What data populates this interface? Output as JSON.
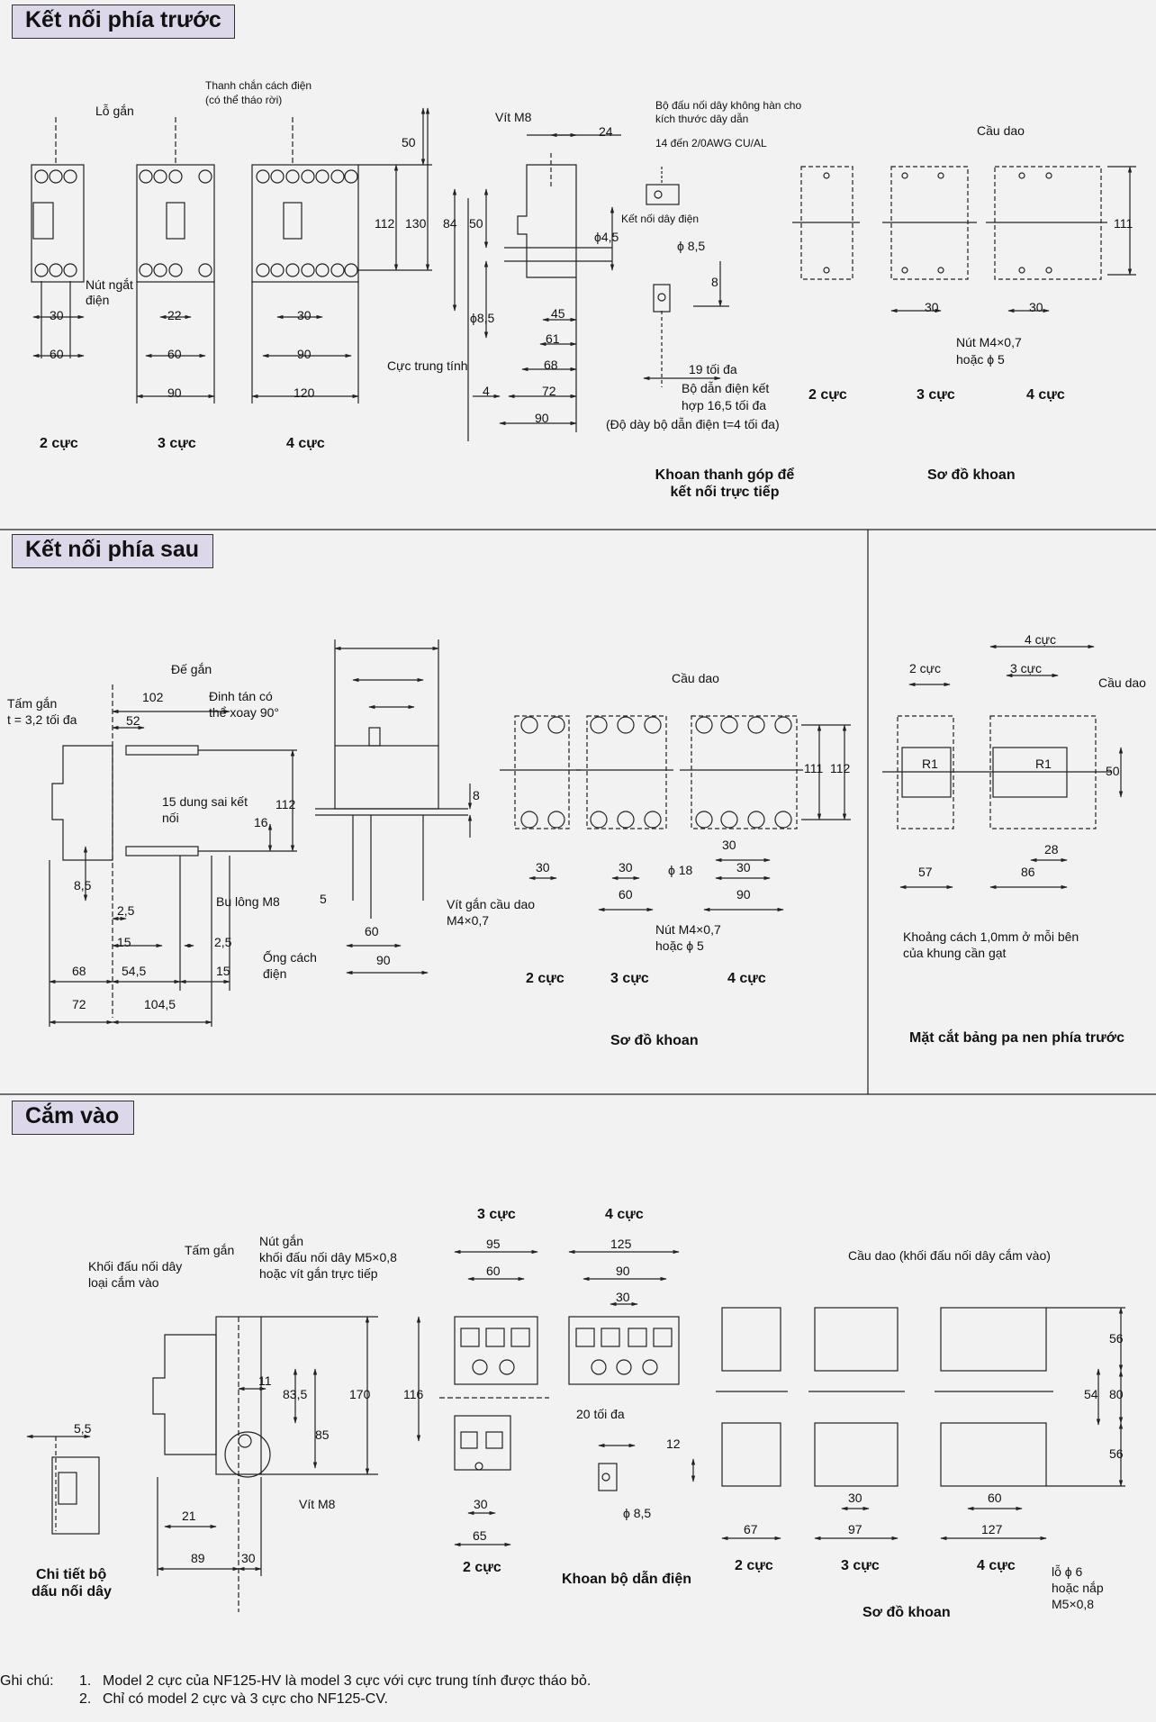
{
  "sections": {
    "front": "Kết nối phía trước",
    "rear": "Kết nối phía sau",
    "plugin": "Cắm vào"
  },
  "front": {
    "lo_gan": "Lỗ gắn",
    "barrier": "Thanh chắn cách điện",
    "barrier2": "(có thể tháo rời)",
    "nut_ngat": "Nút ngắt",
    "dien": "điện",
    "cuc_trung_tinh": "Cực trung tính",
    "vit_m8": "Vít M8",
    "solderless1": "Bộ đấu nối dây không hàn cho",
    "solderless2": "kích thước dây dẫn",
    "solderless3": "14 đến 2/0AWG CU/AL",
    "ket_noi_day_dien": "Kết nối dây điện",
    "phi85": "ϕ 8,5",
    "phi85v": "ϕ8,5",
    "phi45": "ϕ4,5",
    "max19": "19 tối đa",
    "busbar1": "Bộ dẫn điện kết",
    "busbar2": "hợp 16,5 tối đa",
    "busbar3": "(Độ dày bộ dẫn điện t=4 tối đa)",
    "cau_dao": "Cầu dao",
    "nut_m4": "Nút M4×0,7",
    "hoac_phi5": "hoặc ϕ 5",
    "cap1": "Khoan thanh góp để",
    "cap2": "kết nối trực tiếp",
    "cap_drill": "Sơ đồ khoan",
    "p2": "2 cực",
    "p3": "3 cực",
    "p4": "4 cực",
    "d30": "30",
    "d60": "60",
    "d22": "22",
    "d90": "90",
    "d120": "120",
    "d50": "50",
    "d112": "112",
    "d130": "130",
    "d24": "24",
    "d84": "84",
    "d45": "45",
    "d61": "61",
    "d68": "68",
    "d72": "72",
    "d4": "4",
    "d8": "8",
    "d111": "111"
  },
  "rear": {
    "tam_gan": "Tấm gắn",
    "t32": "t = 3,2 tối đa",
    "de_gan": "Đế gắn",
    "dinh_tan": "Đinh tán có",
    "xoay": "thể xoay 90°",
    "dung_sai": "15 dung sai kết",
    "noi": "nối",
    "bu_long": "Bu lông M8",
    "ong_cach": "Ống cách",
    "dien": "điện",
    "vit_gan": "Vít gắn cầu dao",
    "m4": "M4×0,7",
    "cau_dao": "Cầu dao",
    "phi18": "ϕ 18",
    "nut_m4": "Nút M4×0,7",
    "hoac_phi5": "hoặc ϕ 5",
    "cap_drill": "Sơ đồ khoan",
    "cap_cut": "Mặt cắt bảng pa nen phía trước",
    "clear1": "Khoảng cách 1,0mm ở mỗi bên",
    "clear2": "của khung cần gạt",
    "p2": "2 cực",
    "p3": "3 cực",
    "p4": "4 cực",
    "c2": "2 cực",
    "c3": "3 cực",
    "c4": "4 cực",
    "d102": "102",
    "d52": "52",
    "d112": "112",
    "d16": "16",
    "d85": "8,5",
    "d25": "2,5",
    "d15": "15",
    "d68": "68",
    "d545": "54,5",
    "d72": "72",
    "d1045": "104,5",
    "d8": "8",
    "d5": "5",
    "d60": "60",
    "d90": "90",
    "d30": "30",
    "d111": "111",
    "d57": "57",
    "d86": "86",
    "d28": "28",
    "r1": "R1"
  },
  "plugin": {
    "khoi_dau": "Khối đấu nối dây",
    "loai_cam": "loại cắm vào",
    "tam_gan": "Tấm gắn",
    "nut_gan": "Nút gắn",
    "khoi_m5": "khối đấu nối dây M5×0,8",
    "hoac_vit": "hoặc vít gắn trực tiếp",
    "vit_m8": "Vít M8",
    "chi_tiet1": "Chi tiết bộ",
    "chi_tiet2": "dấu nối dây",
    "p3": "3 cực",
    "p4": "4 cực",
    "p2": "2 cực",
    "max20": "20 tối đa",
    "phi85": "ϕ 8,5",
    "cap_conductor": "Khoan bộ dẫn điện",
    "cau_dao": "Cầu dao (khối đấu nối dây cắm vào)",
    "lo_phi6": "lỗ ϕ 6",
    "hoac_nap": "hoặc nắp",
    "m5": "M5×0,8",
    "cap_drill": "Sơ đồ khoan",
    "q2": "2 cực",
    "q3": "3 cực",
    "q4": "4 cực",
    "d55": "5,5",
    "d11": "11",
    "d835": "83,5",
    "d85": "85",
    "d170": "170",
    "d21": "21",
    "d89": "89",
    "d30": "30",
    "d95": "95",
    "d60": "60",
    "d125": "125",
    "d90": "90",
    "d116": "116",
    "d65": "65",
    "d12": "12",
    "d67": "67",
    "d97": "97",
    "d127": "127",
    "d56": "56",
    "d54": "54",
    "d80": "80"
  },
  "notes": {
    "label": "Ghi chú:",
    "n1_num": "1.",
    "n1": "Model 2 cực của NF125-HV là model 3 cực với cực trung tính được tháo bỏ.",
    "n2_num": "2.",
    "n2": "Chỉ có model 2 cực và 3 cực cho NF125-CV."
  },
  "colors": {
    "background": "#f2f2f2",
    "header": "#dcd8ea",
    "line": "#222222"
  }
}
